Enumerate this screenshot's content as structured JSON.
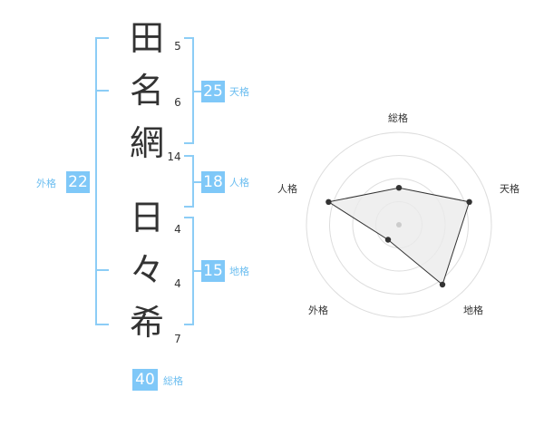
{
  "name_chars": [
    {
      "char": "田",
      "strokes": "5"
    },
    {
      "char": "名",
      "strokes": "6"
    },
    {
      "char": "網",
      "strokes": "14"
    },
    {
      "char": "日",
      "strokes": "4"
    },
    {
      "char": "々",
      "strokes": "4"
    },
    {
      "char": "希",
      "strokes": "7"
    }
  ],
  "kaku": {
    "tenkaku": {
      "value": "25",
      "label": "天格"
    },
    "jinkaku": {
      "value": "18",
      "label": "人格"
    },
    "chikaku": {
      "value": "15",
      "label": "地格"
    },
    "gaikaku": {
      "value": "22",
      "label": "外格"
    },
    "soukaku": {
      "value": "40",
      "label": "総格"
    }
  },
  "colors": {
    "accent": "#7fc8f8",
    "label": "#6cbef0",
    "bracket": "#8ccdf6"
  },
  "chart_data": {
    "type": "radar",
    "axes": [
      "総格",
      "天格",
      "地格",
      "外格",
      "人格"
    ],
    "values": [
      0.4,
      0.8,
      0.8,
      0.2,
      0.8
    ],
    "max": 1,
    "rings": 4
  }
}
